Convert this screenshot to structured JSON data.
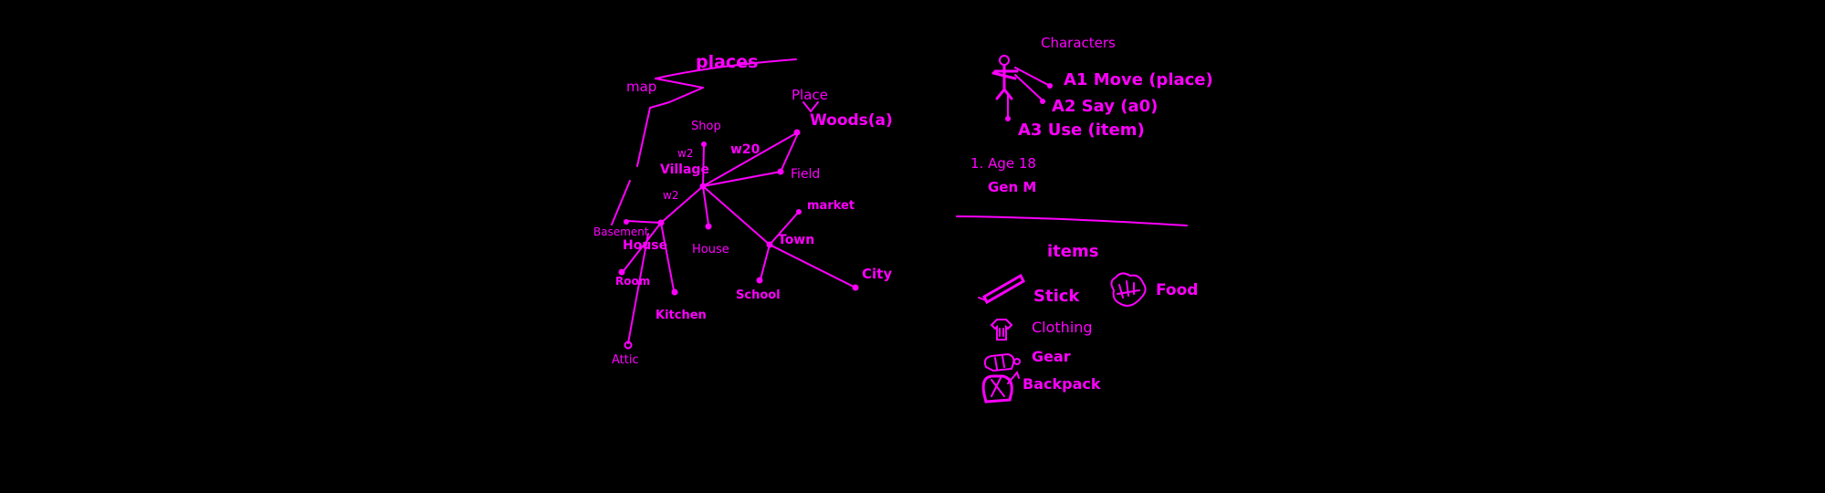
{
  "colors": {
    "ink": "#ff00ff",
    "background": "#000000"
  },
  "places_map": {
    "title": "places",
    "map_label": "map",
    "place_label": "Place",
    "nodes": {
      "woods": "Woods(a)",
      "shop": "Shop",
      "village": "Village",
      "field": "Field",
      "market": "market",
      "town": "Town",
      "city": "City",
      "school": "School",
      "house_top": "House",
      "basement": "Basement",
      "house": "House",
      "room": "Room",
      "kitchen": "Kitchen",
      "attic": "Attic"
    },
    "edge_labels": {
      "w2_a": "w2",
      "w20": "w20",
      "w2_b": "w2"
    }
  },
  "characters": {
    "title": "Characters",
    "actions": [
      "A1 Move (place)",
      "A2 Say (a0)",
      "A3 Use (item)"
    ],
    "attributes": [
      "1. Age 18",
      "Gen M"
    ]
  },
  "items": {
    "title": "items",
    "list": [
      "Stick",
      "Food",
      "Clothing",
      "Gear",
      "Backpack"
    ]
  }
}
